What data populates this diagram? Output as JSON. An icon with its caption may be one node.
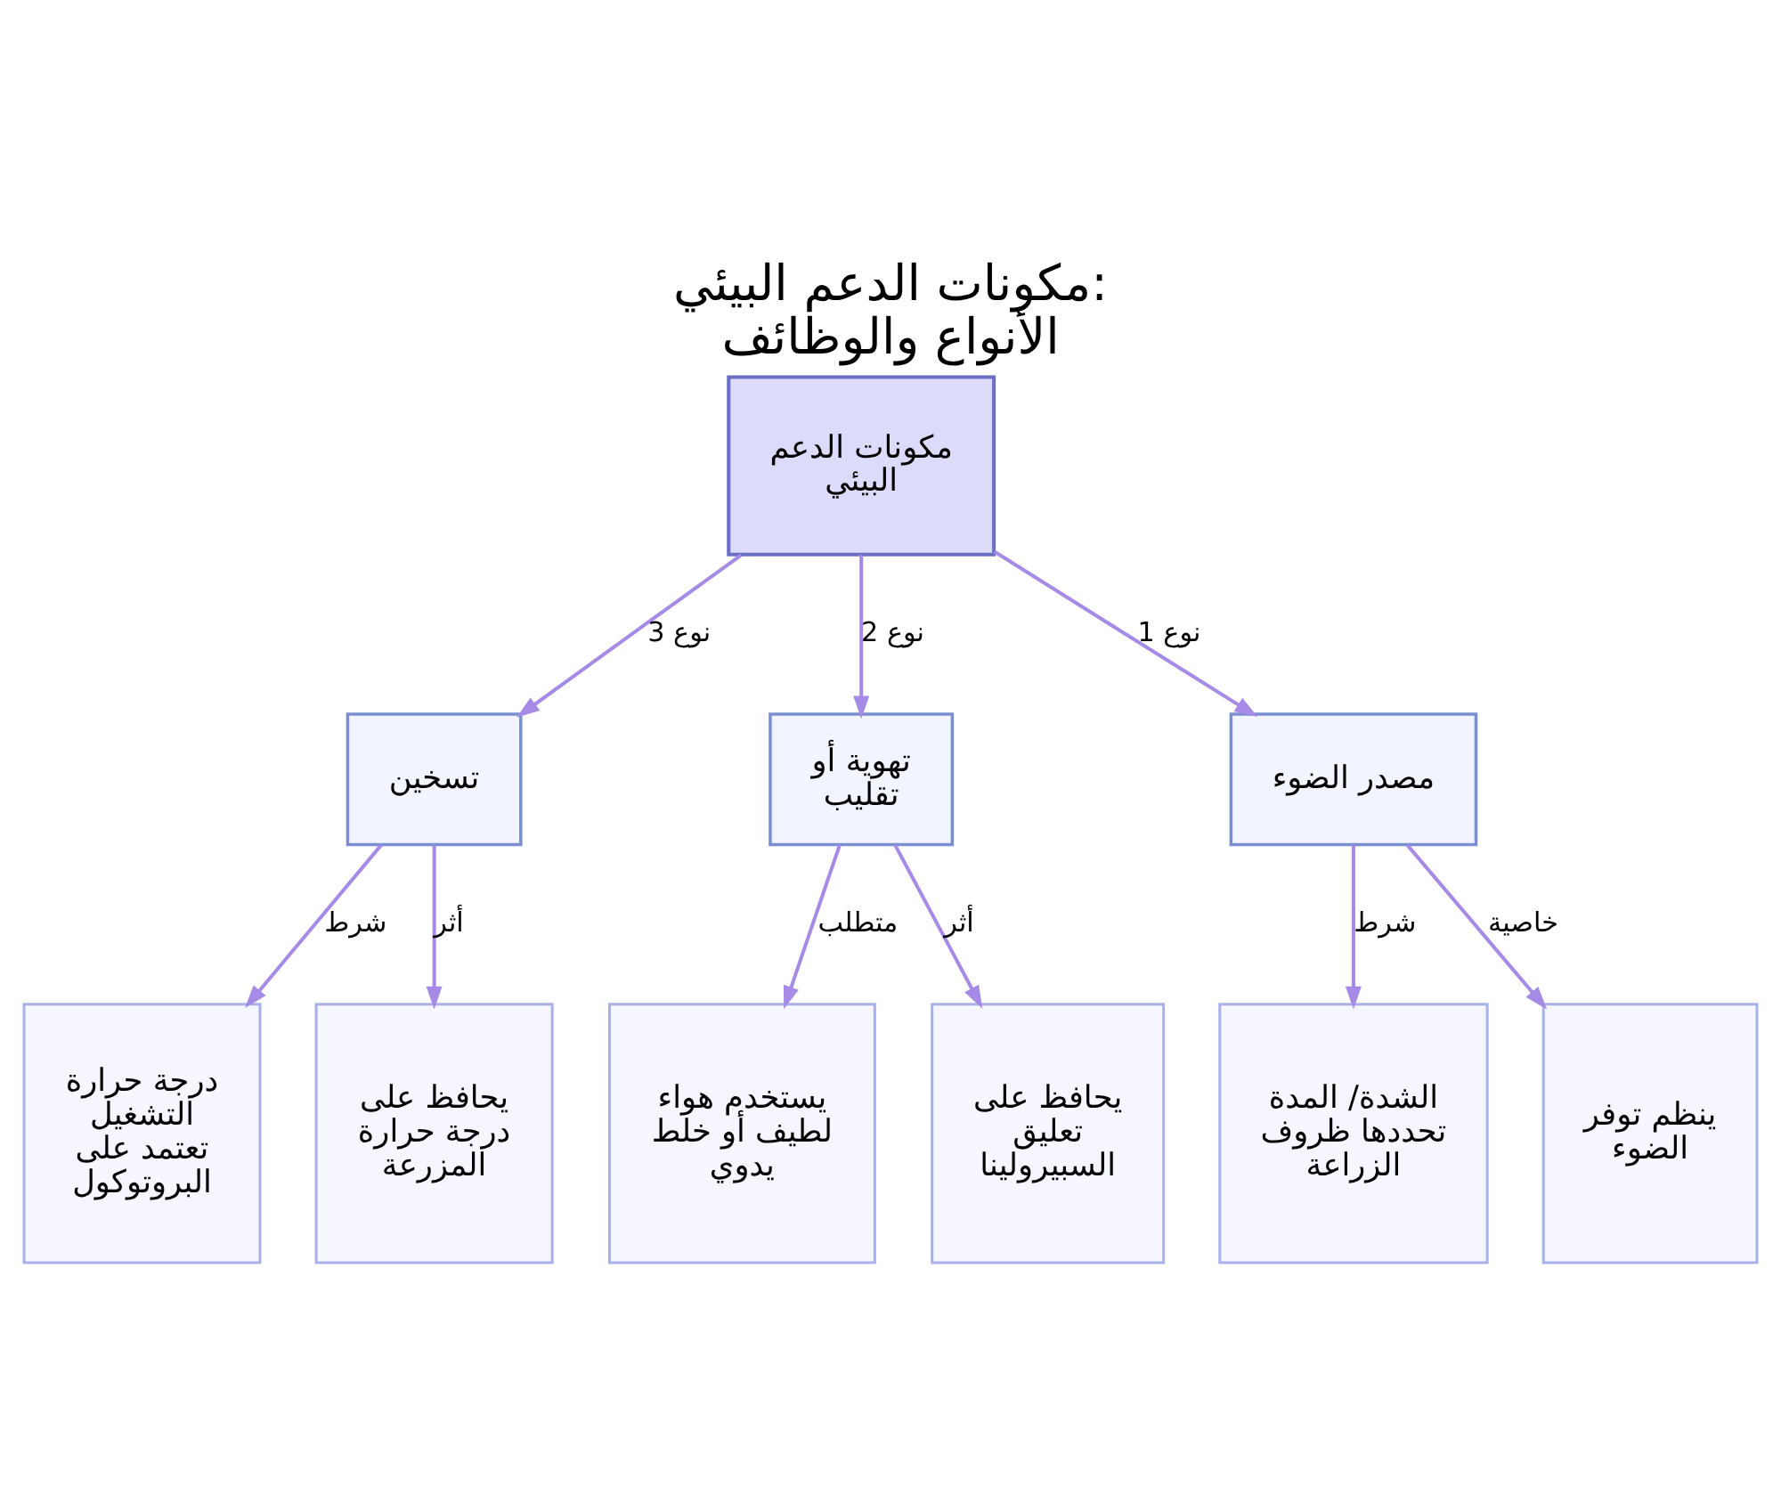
{
  "diagram": {
    "title": "مكونات الدعم البيئي: الأنواع والوظائف",
    "nodes": [
      {
        "text": [
          "مكونات الدعم البيئي"
        ]
      },
      {
        "text": [
          "مصدر الضوء"
        ]
      },
      {
        "text": [
          "تهوية أو تقليب"
        ]
      },
      {
        "text": [
          "تسخين"
        ]
      },
      {
        "text": [
          "ينظم توفر الضوء"
        ]
      },
      {
        "text": [
          "الشدة/ المدة تحددها ظروف الزراعة"
        ]
      },
      {
        "text": [
          "يحافظ على تعليق السبيرولينا"
        ]
      },
      {
        "text": [
          "يستخدم هواء لطيف أو خلط يدوي"
        ]
      },
      {
        "text": [
          "يحافظ على درجة حرارة المزرعة"
        ]
      },
      {
        "text": [
          "درجة حرارة التشغيل تعتمد على البروتوكول"
        ]
      }
    ],
    "edges": [
      {
        "from": 0,
        "to": 1,
        "arrow": "to",
        "label": "نوع 1"
      },
      {
        "from": 0,
        "to": 2,
        "arrow": "to",
        "label": "نوع 2"
      },
      {
        "from": 0,
        "to": 3,
        "arrow": "to",
        "label": "نوع 3"
      },
      {
        "from": 1,
        "to": 4,
        "arrow": "to",
        "label": "خاصية"
      },
      {
        "from": 1,
        "to": 5,
        "arrow": "to",
        "label": "شرط"
      },
      {
        "from": 2,
        "to": 6,
        "arrow": "to",
        "label": "أثر"
      },
      {
        "from": 2,
        "to": 7,
        "arrow": "to",
        "label": "متطلب"
      },
      {
        "from": 3,
        "to": 8,
        "arrow": "to",
        "label": "أثر"
      },
      {
        "from": 3,
        "to": 9,
        "arrow": "to",
        "label": "شرط"
      }
    ]
  }
}
